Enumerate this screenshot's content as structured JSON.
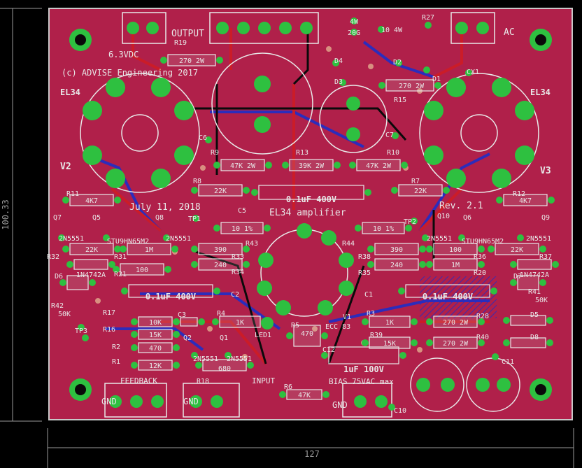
{
  "colors": {
    "background": "#000000",
    "board": "#B0204A",
    "top_copper": "#CC1C26",
    "bottom_copper": "#1E2EC8",
    "pad": "#2EC040",
    "silk": "#E8E8E8",
    "outline": "#C8C8C8",
    "dim": "#9A9A9A",
    "via": "#D89080",
    "gnd_trace": "#0A0A0A"
  },
  "dimensions": {
    "width": "127",
    "height": "100.33"
  },
  "board_text": {
    "output": "OUTPUT",
    "ac": "AC",
    "vdc": "6.3VDC",
    "copyright": "(c) ADVISE Engineering 2017",
    "date": "July 11, 2018",
    "title": "EL34 amplifier",
    "rev": "Rev. 2.1",
    "feedback": "FEEDBACK",
    "input": "INPUT",
    "bias": "BIAS 75VAC max",
    "gnd1": "GND",
    "gnd2": "GND",
    "gnd3": "GND",
    "el34_left": "EL34",
    "el34_right": "EL34",
    "v1": "V1",
    "v2": "V2",
    "v3": "V3",
    "ecc83": "ECC 83"
  },
  "components": [
    {
      "ref": "R27",
      "value": ""
    },
    {
      "ref": "",
      "value": "4W"
    },
    {
      "ref": "",
      "value": "20G"
    },
    {
      "ref": "",
      "value": "10 4W"
    },
    {
      "ref": "R19",
      "value": "270 2W"
    },
    {
      "ref": "R15",
      "value": "270 2W"
    },
    {
      "ref": "CX1",
      "value": ""
    },
    {
      "ref": "D1",
      "value": ""
    },
    {
      "ref": "D2",
      "value": ""
    },
    {
      "ref": "D3",
      "value": ""
    },
    {
      "ref": "D4",
      "value": ""
    },
    {
      "ref": "C6",
      "value": ""
    },
    {
      "ref": "C7",
      "value": ""
    },
    {
      "ref": "R9",
      "value": "47K 2W"
    },
    {
      "ref": "R13",
      "value": "39K 2W"
    },
    {
      "ref": "R10",
      "value": "47K 2W"
    },
    {
      "ref": "R8",
      "value": "22K"
    },
    {
      "ref": "R7",
      "value": "22K"
    },
    {
      "ref": "C5",
      "value": "0.1uF 400V"
    },
    {
      "ref": "R11",
      "value": "4K7"
    },
    {
      "ref": "R12",
      "value": "4K7"
    },
    {
      "ref": "Q7",
      "value": "2N5551"
    },
    {
      "ref": "Q5",
      "value": "STU9HN65M2"
    },
    {
      "ref": "Q8",
      "value": "2N5551"
    },
    {
      "ref": "TP1",
      "value": ""
    },
    {
      "ref": "TP2",
      "value": ""
    },
    {
      "ref": "Q10",
      "value": "2N5551"
    },
    {
      "ref": "Q6",
      "value": "STU9HN65M2"
    },
    {
      "ref": "Q9",
      "value": "2N5551"
    },
    {
      "ref": "R43",
      "value": "10 1%"
    },
    {
      "ref": "R44",
      "value": "10 1%"
    },
    {
      "ref": "R32",
      "value": "22K"
    },
    {
      "ref": "R31",
      "value": "1M"
    },
    {
      "ref": "R21",
      "value": "100"
    },
    {
      "ref": "R33",
      "value": "390"
    },
    {
      "ref": "R34",
      "value": "240"
    },
    {
      "ref": "R38",
      "value": "390"
    },
    {
      "ref": "R35",
      "value": "240"
    },
    {
      "ref": "R36",
      "value": "100"
    },
    {
      "ref": "R20",
      "value": "1M"
    },
    {
      "ref": "R37",
      "value": "22K"
    },
    {
      "ref": "D6",
      "value": "1N4742A"
    },
    {
      "ref": "D7",
      "value": "1N4742A"
    },
    {
      "ref": "R42",
      "value": "50K"
    },
    {
      "ref": "R41",
      "value": "50K"
    },
    {
      "ref": "C2",
      "value": "0.1uF 400V"
    },
    {
      "ref": "C1",
      "value": "0.1uF 400V"
    },
    {
      "ref": "R17",
      "value": "10K"
    },
    {
      "ref": "R16",
      "value": "15K"
    },
    {
      "ref": "R2",
      "value": "470"
    },
    {
      "ref": "R1",
      "value": "12K"
    },
    {
      "ref": "C3",
      "value": ""
    },
    {
      "ref": "R4",
      "value": "1K"
    },
    {
      "ref": "R3",
      "value": "1K"
    },
    {
      "ref": "R39",
      "value": "15K"
    },
    {
      "ref": "R5",
      "value": "470"
    },
    {
      "ref": "LED1",
      "value": ""
    },
    {
      "ref": "Q2",
      "value": "2N5551"
    },
    {
      "ref": "Q1",
      "value": "2N5551"
    },
    {
      "ref": "R18",
      "value": "680"
    },
    {
      "ref": "R6",
      "value": "47K"
    },
    {
      "ref": "C12",
      "value": "1uF 100V"
    },
    {
      "ref": "R28",
      "value": "270 2W"
    },
    {
      "ref": "R40",
      "value": "270 2W"
    },
    {
      "ref": "D5",
      "value": ""
    },
    {
      "ref": "D8",
      "value": ""
    },
    {
      "ref": "C11",
      "value": ""
    },
    {
      "ref": "C10",
      "value": ""
    },
    {
      "ref": "TP3",
      "value": ""
    }
  ]
}
